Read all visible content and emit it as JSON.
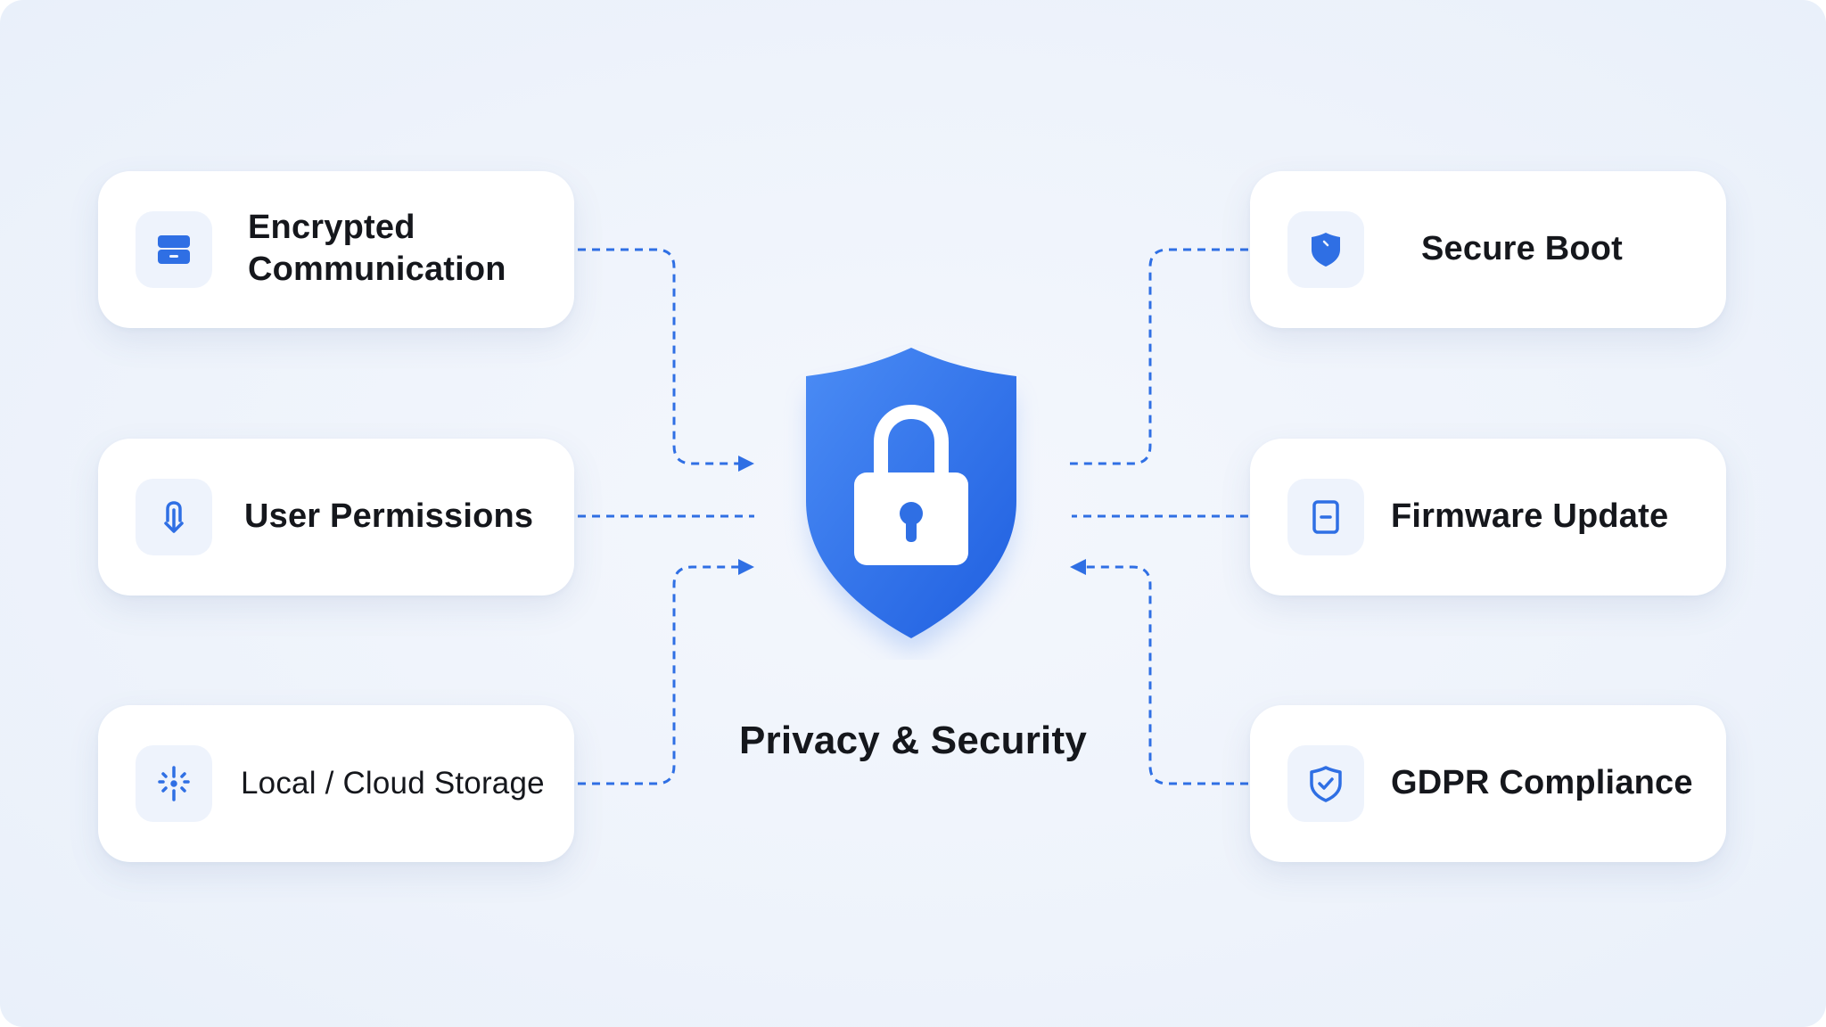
{
  "center": {
    "title": "Privacy & Security",
    "icon": "lock-shield-icon"
  },
  "colors": {
    "accent": "#2f6fe4",
    "background": "#eef3fb",
    "card": "#ffffff",
    "icon_tile": "#eef3fc",
    "text": "#15171c"
  },
  "features": {
    "left": [
      {
        "label": "Encrypted Communication",
        "icon": "card-icon",
        "arrow": "into-center"
      },
      {
        "label": "User Permissions",
        "icon": "touch-icon",
        "arrow": "none"
      },
      {
        "label": "Local / Cloud Storage",
        "icon": "sparkle-icon",
        "arrow": "into-center"
      }
    ],
    "right": [
      {
        "label": "Secure Boot",
        "icon": "shield-icon",
        "arrow": "none"
      },
      {
        "label": "Firmware Update",
        "icon": "device-icon",
        "arrow": "none"
      },
      {
        "label": "GDPR Compliance",
        "icon": "shield-check-icon",
        "arrow": "into-center"
      }
    ]
  }
}
